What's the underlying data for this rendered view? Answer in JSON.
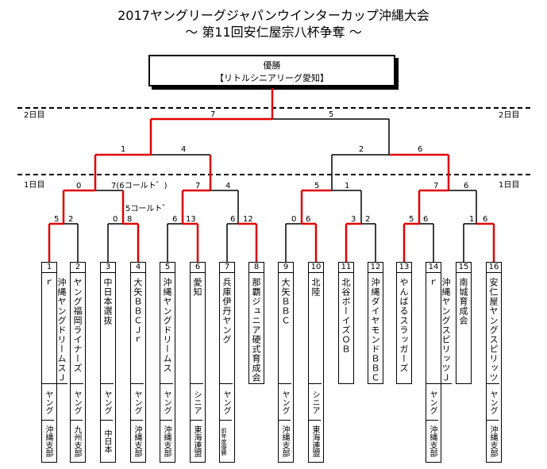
{
  "title": "2017ヤングリーグジャパンウインターカップ沖縄大会",
  "subtitle": "～ 第11回安仁屋宗八杯争奪 ～",
  "winner": {
    "label": "優勝",
    "team": "【リトルシニアリーグ愛知】"
  },
  "day_labels": {
    "day2_left": "2日目",
    "day2_right": "2日目",
    "day1_left": "1日目",
    "day1_right": "1日目"
  },
  "scores": {
    "final_left": "7",
    "final_right": "5",
    "semi1_left": "1",
    "semi1_right": "4",
    "semi2_left": "2",
    "semi2_right": "6",
    "q1_left": "0",
    "q1_right": "7(6コールト゛)",
    "q2_left": "7",
    "q2_right": "4",
    "q3_left": "5",
    "q3_right": "1",
    "q4_left": "7",
    "q4_right": "6",
    "note_called": "5コールト゛",
    "r1_1_left": "5",
    "r1_1_right": "2",
    "r1_2_left": "0",
    "r1_2_right": "8",
    "r1_3_left": "6",
    "r1_3_right": "13",
    "r1_4_left": "6",
    "r1_4_right": "12",
    "r1_5_left": "0",
    "r1_5_right": "6",
    "r1_6_left": "3",
    "r1_6_right": "2",
    "r1_7_left": "5",
    "r1_7_right": "6",
    "r1_8_left": "1",
    "r1_8_right": "6"
  },
  "teams": [
    {
      "num": "1",
      "name": "沖縄ヤングドリームスＪｒ",
      "type": "ヤング",
      "branch": "沖縄支部",
      "branch_small": false
    },
    {
      "num": "2",
      "name": "ヤング福岡ライナーズ",
      "type": "ヤング",
      "branch": "九州支部",
      "branch_small": false
    },
    {
      "num": "3",
      "name": "中日本選抜",
      "type": "ヤング",
      "branch": "中日本",
      "branch_small": false
    },
    {
      "num": "4",
      "name": "大矢ＢＢＣＪｒ",
      "type": "ヤング",
      "branch": "沖縄支部",
      "branch_small": false
    },
    {
      "num": "5",
      "name": "沖縄ヤングドリームス",
      "type": "ヤング",
      "branch": "沖縄支部",
      "branch_small": false
    },
    {
      "num": "6",
      "name": "愛知",
      "type": "シニア",
      "branch": "東海連盟",
      "branch_small": false
    },
    {
      "num": "7",
      "name": "兵庫伊丹ヤング",
      "type": "ヤング",
      "branch": "前年度優勝",
      "branch_small": true
    },
    {
      "num": "8",
      "name": "那覇ジュニア硬式育成会",
      "type": "",
      "branch": "",
      "branch_small": false
    },
    {
      "num": "9",
      "name": "大矢ＢＢＣ",
      "type": "ヤング",
      "branch": "沖縄支部",
      "branch_small": false
    },
    {
      "num": "10",
      "name": "北陸",
      "type": "シニア",
      "branch": "東海連盟",
      "branch_small": false
    },
    {
      "num": "11",
      "name": "北谷ボーイズＯＢ",
      "type": "",
      "branch": "",
      "branch_small": false
    },
    {
      "num": "12",
      "name": "沖縄ダイヤモンドＢＢＣ",
      "type": "",
      "branch": "",
      "branch_small": false
    },
    {
      "num": "13",
      "name": "やんばるスラッガーズ",
      "type": "",
      "branch": "",
      "branch_small": false
    },
    {
      "num": "14",
      "name": "沖縄ヤングスピリッツＪｒ",
      "type": "ヤング",
      "branch": "沖縄支部",
      "branch_small": false
    },
    {
      "num": "15",
      "name": "南城育成会",
      "type": "",
      "branch": "",
      "branch_small": false
    },
    {
      "num": "16",
      "name": "安仁屋ヤングスピリッツ",
      "type": "ヤング",
      "branch": "沖縄支部",
      "branch_small": false
    }
  ],
  "colors": {
    "winner_path": "#e00000",
    "line": "#000000"
  }
}
